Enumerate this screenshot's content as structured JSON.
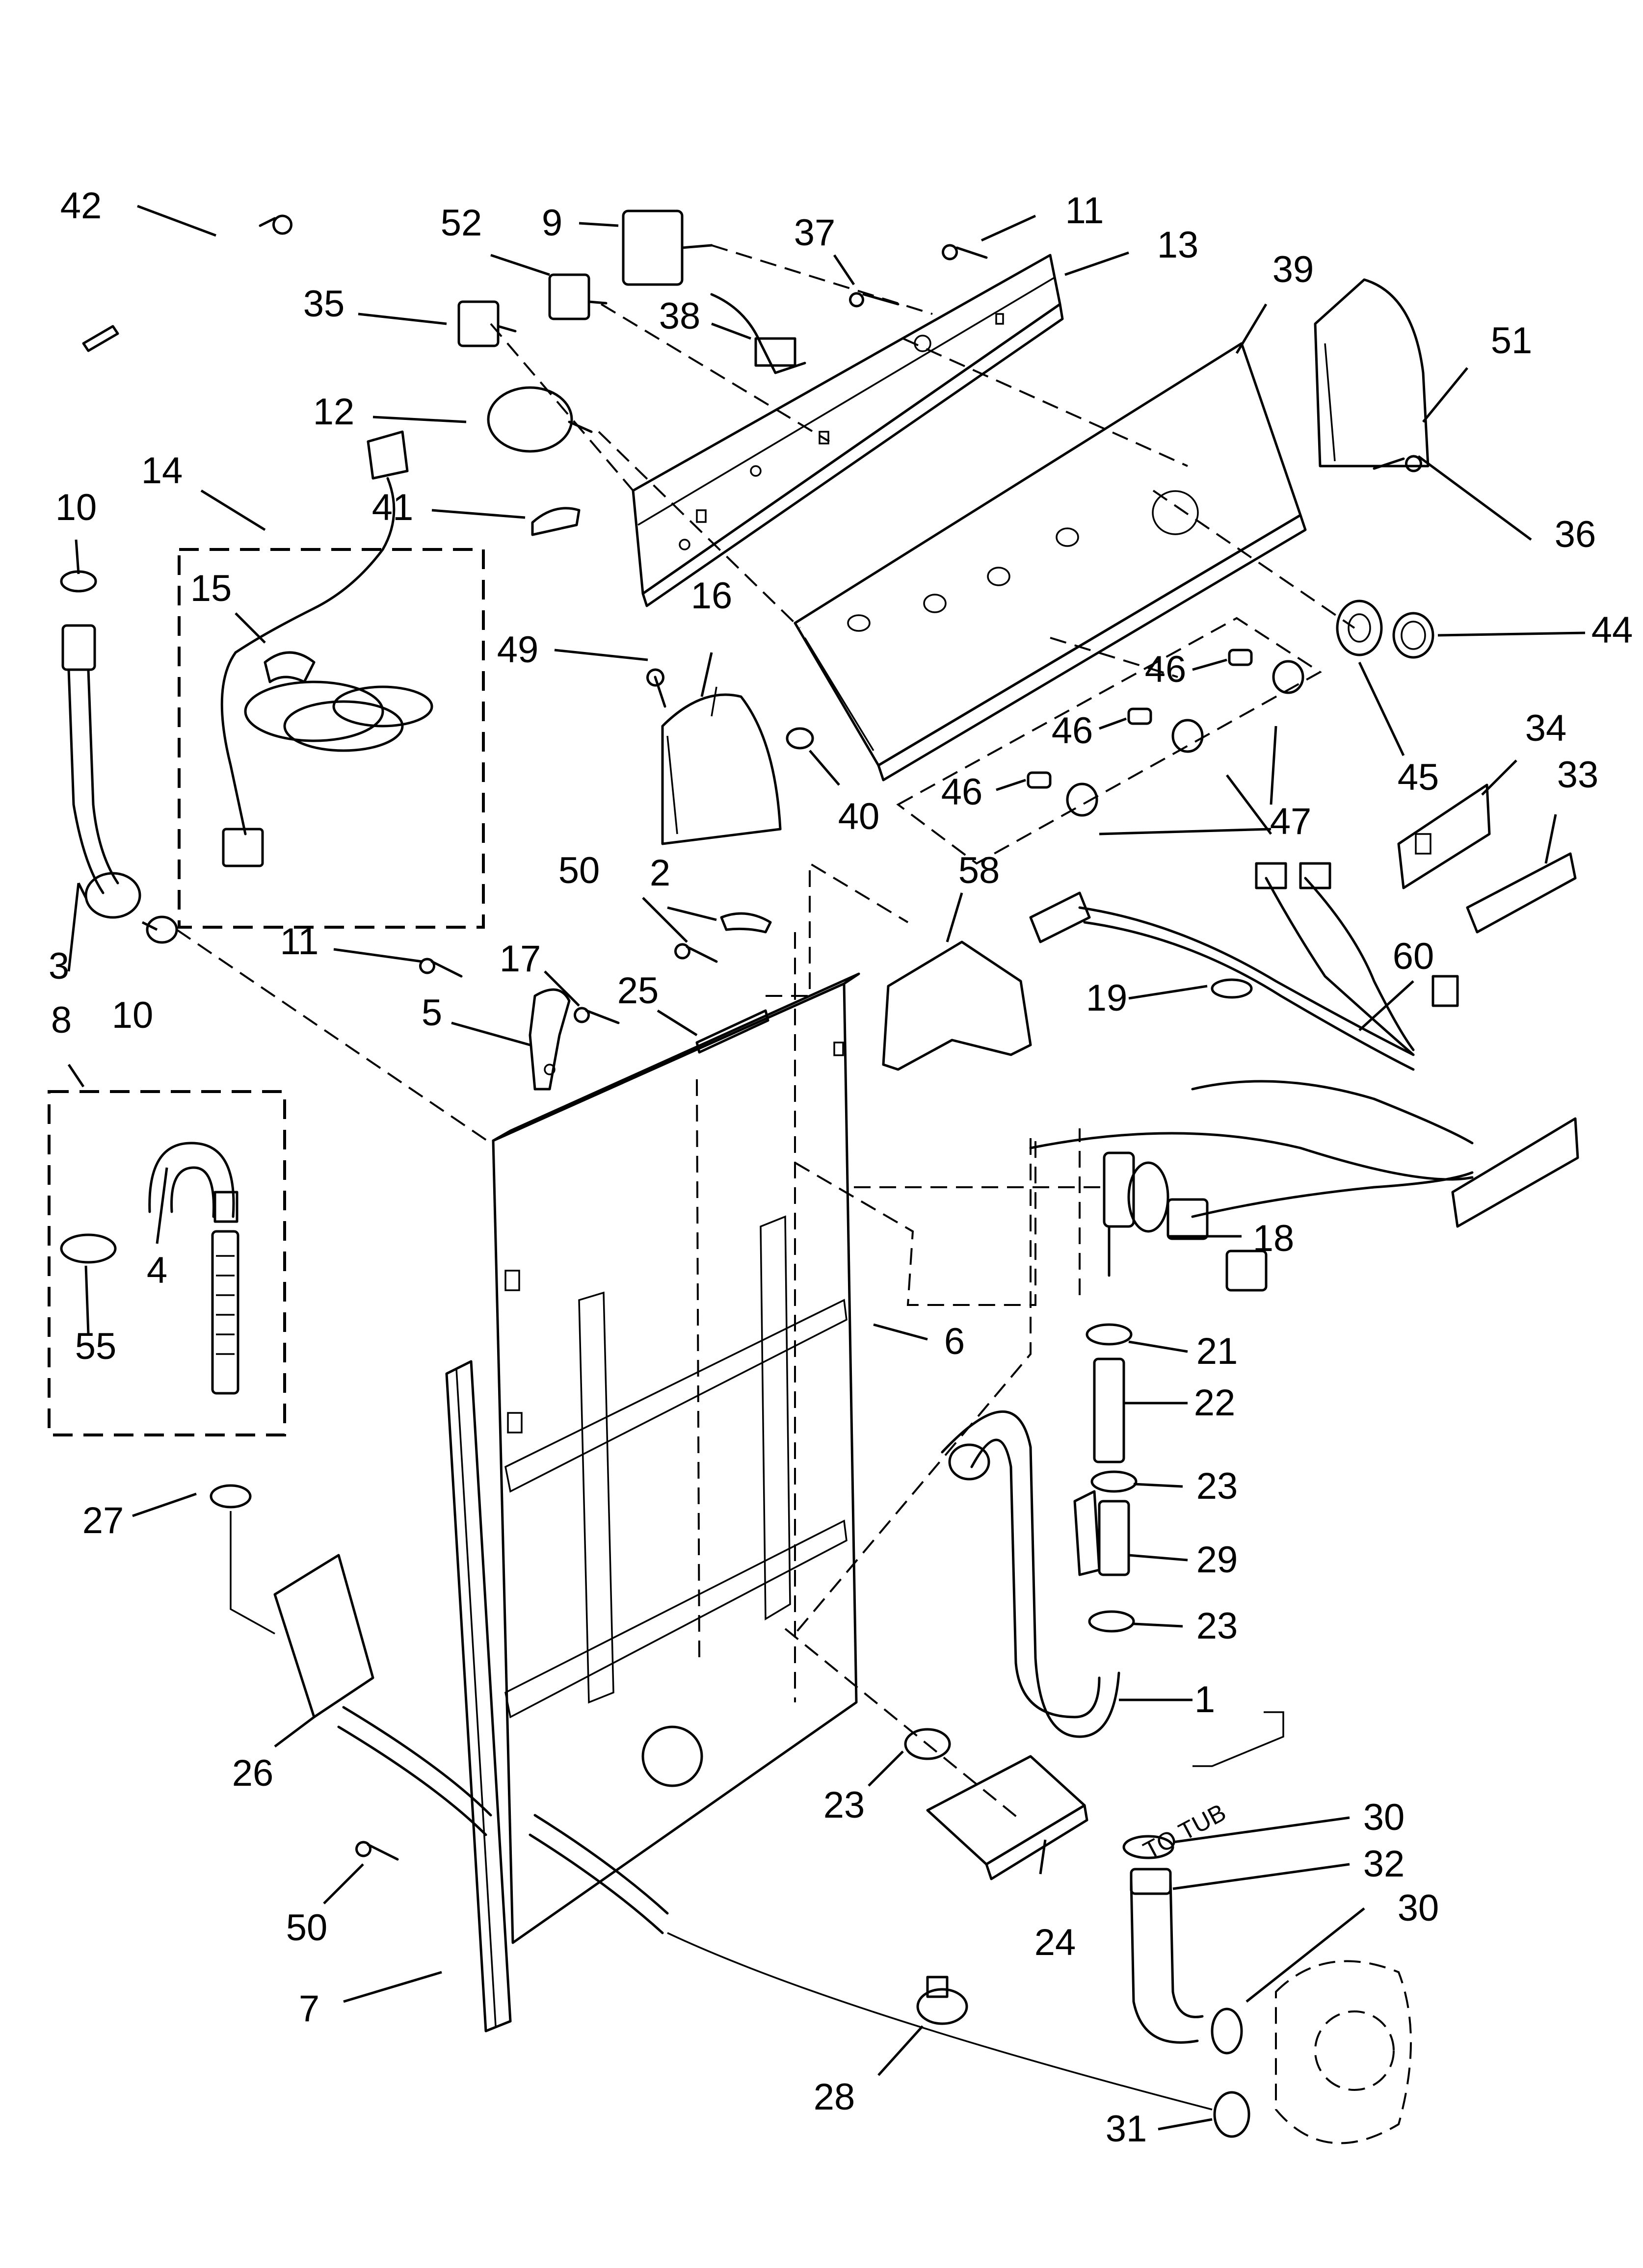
{
  "callouts": [
    {
      "n": "42"
    },
    {
      "n": "9"
    },
    {
      "n": "52"
    },
    {
      "n": "11"
    },
    {
      "n": "37"
    },
    {
      "n": "13"
    },
    {
      "n": "39"
    },
    {
      "n": "35"
    },
    {
      "n": "38"
    },
    {
      "n": "51"
    },
    {
      "n": "12"
    },
    {
      "n": "14"
    },
    {
      "n": "41"
    },
    {
      "n": "10"
    },
    {
      "n": "15"
    },
    {
      "n": "36"
    },
    {
      "n": "16"
    },
    {
      "n": "44"
    },
    {
      "n": "49"
    },
    {
      "n": "46"
    },
    {
      "n": "46"
    },
    {
      "n": "45"
    },
    {
      "n": "34"
    },
    {
      "n": "40"
    },
    {
      "n": "46"
    },
    {
      "n": "47"
    },
    {
      "n": "33"
    },
    {
      "n": "2"
    },
    {
      "n": "58"
    },
    {
      "n": "50"
    },
    {
      "n": "60"
    },
    {
      "n": "3"
    },
    {
      "n": "11"
    },
    {
      "n": "17"
    },
    {
      "n": "25"
    },
    {
      "n": "19"
    },
    {
      "n": "8"
    },
    {
      "n": "10"
    },
    {
      "n": "5"
    },
    {
      "n": "4"
    },
    {
      "n": "18"
    },
    {
      "n": "55"
    },
    {
      "n": "6"
    },
    {
      "n": "21"
    },
    {
      "n": "22"
    },
    {
      "n": "27"
    },
    {
      "n": "23"
    },
    {
      "n": "29"
    },
    {
      "n": "23"
    },
    {
      "n": "1"
    },
    {
      "n": "26"
    },
    {
      "n": "23"
    },
    {
      "n": "30"
    },
    {
      "n": "50"
    },
    {
      "n": "32"
    },
    {
      "n": "24"
    },
    {
      "n": "30"
    },
    {
      "n": "7"
    },
    {
      "n": "28"
    },
    {
      "n": "31"
    }
  ],
  "notes": {
    "to_tub": "TO TUB"
  }
}
